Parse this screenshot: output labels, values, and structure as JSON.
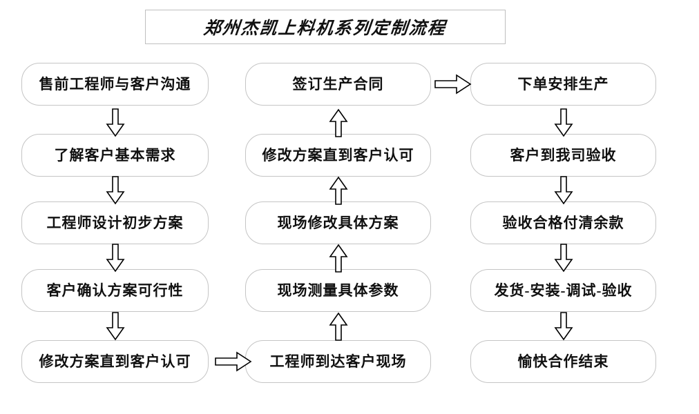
{
  "title": {
    "text": "郑州杰凯上料机系列定制流程"
  },
  "columns": [
    {
      "id": "column-1",
      "direction": "down",
      "steps": [
        {
          "label": "售前工程师与客户沟通"
        },
        {
          "label": "了解客户基本需求"
        },
        {
          "label": "工程师设计初步方案"
        },
        {
          "label": "客户确认方案可行性"
        },
        {
          "label": "修改方案直到客户认可"
        }
      ]
    },
    {
      "id": "column-2",
      "direction": "up",
      "steps": [
        {
          "label": "签订生产合同"
        },
        {
          "label": "修改方案直到客户认可"
        },
        {
          "label": "现场修改具体方案"
        },
        {
          "label": "现场测量具体参数"
        },
        {
          "label": "工程师到达客户现场"
        }
      ]
    },
    {
      "id": "column-3",
      "direction": "down",
      "steps": [
        {
          "label": "下单安排生产"
        },
        {
          "label": "客户到我司验收"
        },
        {
          "label": "验收合格付清余款"
        },
        {
          "label": "发货-安装-调试-验收"
        },
        {
          "label": "愉快合作结束"
        }
      ]
    }
  ],
  "connectors": {
    "column1_down": [
      "down-arrow-icon",
      "down-arrow-icon",
      "down-arrow-icon",
      "down-arrow-icon"
    ],
    "column2_up": [
      "up-arrow-icon",
      "up-arrow-icon",
      "up-arrow-icon",
      "up-arrow-icon"
    ],
    "column3_down": [
      "down-arrow-icon",
      "down-arrow-icon",
      "down-arrow-icon",
      "down-arrow-icon"
    ],
    "col1_to_col2": "right-arrow-icon",
    "col2_to_col3": "right-arrow-icon"
  },
  "colors": {
    "box_border": "#c4c4c4",
    "title_border": "#bfbfbf",
    "text": "#101010",
    "arrow_stroke": "#000000",
    "background": "#ffffff"
  }
}
